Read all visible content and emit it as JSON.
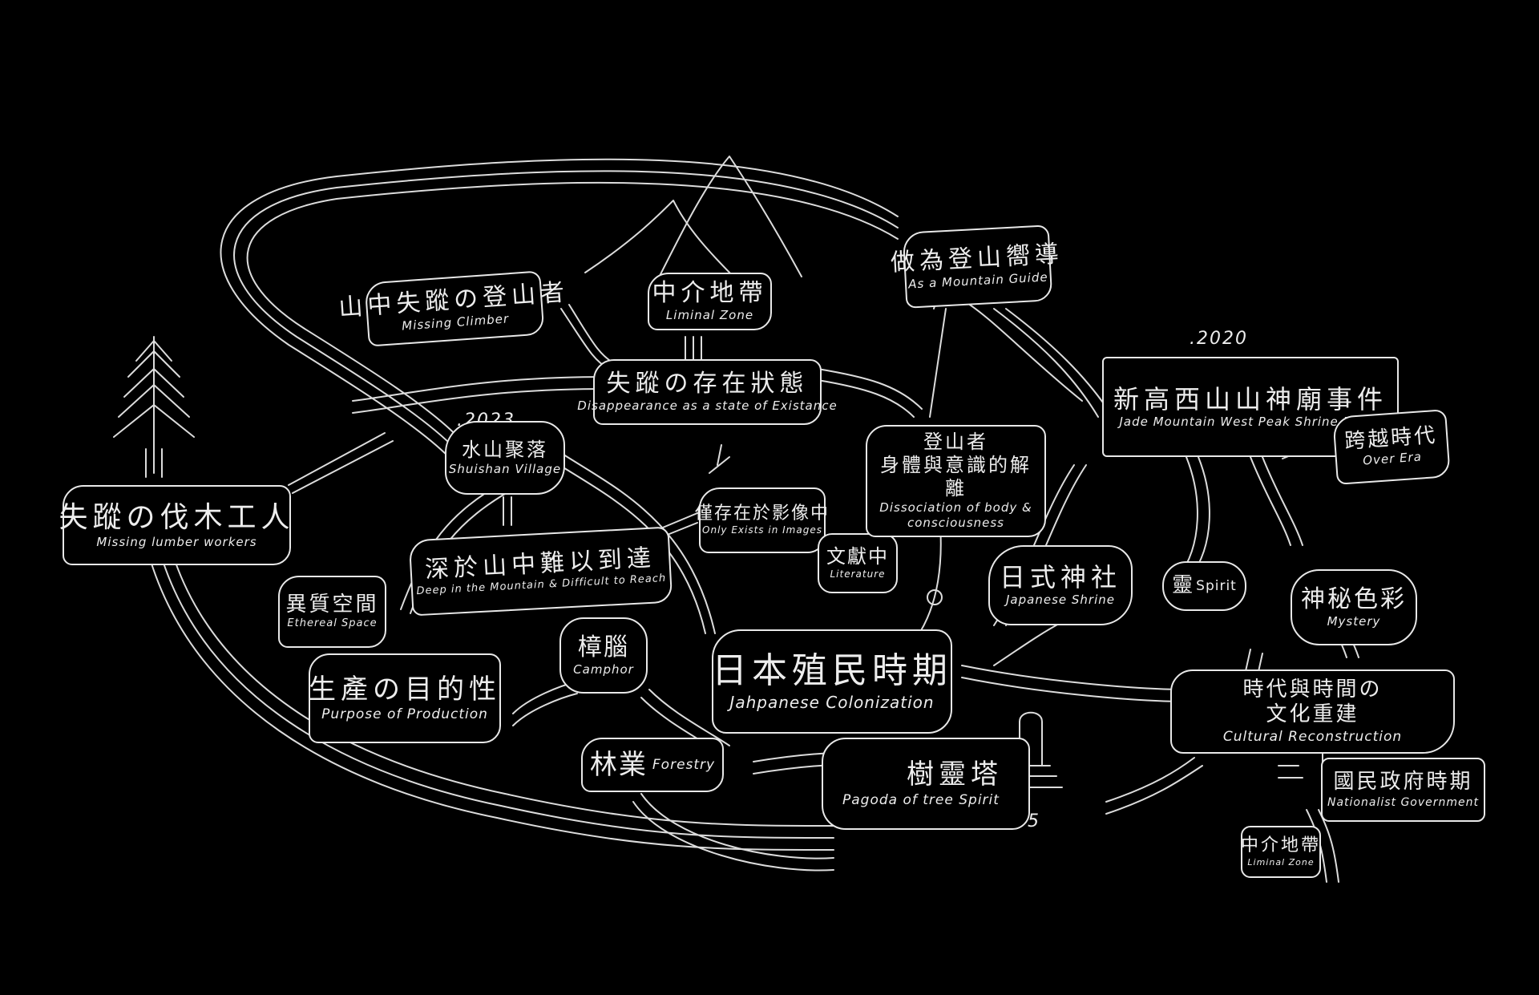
{
  "nodes": {
    "missing_climber": {
      "zh": "山中失蹤の登山者",
      "en": "Missing Climber"
    },
    "liminal_zone": {
      "zh": "中介地帶",
      "en": "Liminal Zone"
    },
    "mountain_guide": {
      "zh": "做為登山嚮導",
      "en": "As a Mountain Guide"
    },
    "disappearance": {
      "zh": "失蹤の存在狀態",
      "en": "Disappearance as a state of Existance"
    },
    "missing_lumber": {
      "zh": "失蹤の伐木工人",
      "en": "Missing lumber workers"
    },
    "shuishan": {
      "zh": "水山聚落",
      "en": "Shuishan Village"
    },
    "deep_mountain": {
      "zh": "深於山中難以到達",
      "en": "Deep in the Mountain & Difficult to Reach"
    },
    "only_images": {
      "zh": "僅存在於影像中",
      "en": "Only Exists in Images"
    },
    "literature": {
      "zh": "文獻中",
      "en": "Literature"
    },
    "dissociation": {
      "zh": "登山者\n身體與意識的解離",
      "en": "Dissociation of body &\nconsciousness"
    },
    "jade_event": {
      "zh": "新高西山山神廟事件",
      "en": "Jade Mountain West Peak Shrine Event"
    },
    "over_era": {
      "zh": "跨越時代",
      "en": "Over Era"
    },
    "ethereal": {
      "zh": "異質空間",
      "en": "Ethereal Space"
    },
    "camphor": {
      "zh": "樟腦",
      "en": "Camphor"
    },
    "colonization": {
      "zh": "日本殖民時期",
      "en": "Jahpanese Colonization"
    },
    "japanese_shrine": {
      "zh": "日式神社",
      "en": "Japanese Shrine"
    },
    "spirit": {
      "zh": "靈",
      "en": "Spirit"
    },
    "mystery": {
      "zh": "神秘色彩",
      "en": "Mystery"
    },
    "production": {
      "zh": "生產の目的性",
      "en": "Purpose of Production"
    },
    "cultural": {
      "zh": "時代與時間の\n文化重建",
      "en": "Cultural Reconstruction"
    },
    "forestry": {
      "zh": "林業",
      "en": "Forestry"
    },
    "pagoda": {
      "zh": "樹靈塔",
      "en": "Pagoda of tree Spirit"
    },
    "nationalist": {
      "zh": "國民政府時期",
      "en": "Nationalist Government"
    },
    "liminal_small": {
      "zh": "中介地帶",
      "en": "Liminal Zone"
    }
  },
  "years": {
    "y2023": ".2023",
    "y2020": ".2020",
    "y1935": ".1935"
  },
  "colors": {
    "background": "#000000",
    "stroke": "#e8e8e8"
  },
  "icons": [
    "tree-icon",
    "mountain-icon",
    "pagoda-icon",
    "circle-dot-icon"
  ]
}
